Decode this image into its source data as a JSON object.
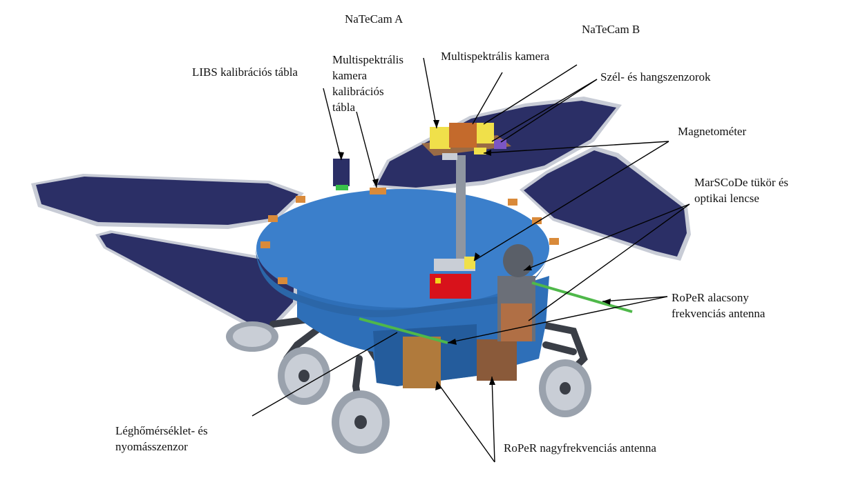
{
  "labels": {
    "natecam_a": "NaTeCam A",
    "natecam_b": "NaTeCam B",
    "libs_cal": "LIBS kalibrációs tábla",
    "ms_cal": [
      "Multispektrális",
      "kamera",
      "kalibrációs",
      "tábla"
    ],
    "ms_camera": "Multispektrális kamera",
    "wind_sound": "Szél- és hangszenzorok",
    "magnetometer": "Magnetométer",
    "marscode": [
      "MarSCoDe tükör és",
      "optikai lencse"
    ],
    "roper_low": [
      "RoPeR alacsony",
      "frekvenciás antenna"
    ],
    "air_temp": [
      "Léghőmérséklet- és",
      "nyomásszenzor"
    ],
    "roper_high": "RoPeR nagyfrekvenciás antenna"
  },
  "colors": {
    "body_blue": "#2e6fb8",
    "deck_blue": "#3b7fcb",
    "panel_navy": "#2b2f66",
    "panel_edge": "#c8ccd6",
    "antenna_brown": "#b07a3c",
    "flag_red": "#d8121b"
  }
}
